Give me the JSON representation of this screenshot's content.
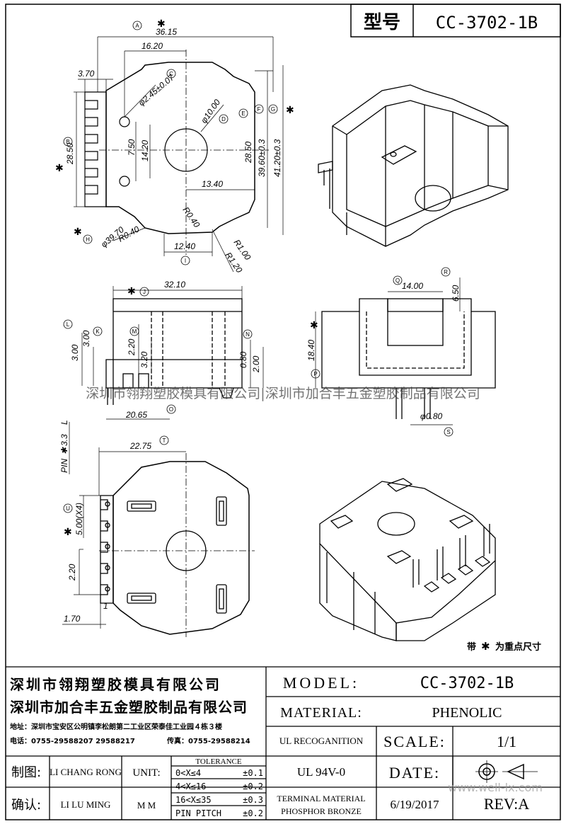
{
  "header": {
    "model_label": "型号",
    "model_value": "CC-3702-1B"
  },
  "dims": {
    "A": "36.15",
    "B": "16.20",
    "C": "3.70",
    "D": "φ2.45±0.07",
    "E": "φ10.00",
    "F": "28.50",
    "G": "7.50",
    "H": "14.20",
    "I": "13.40",
    "J": "28.50",
    "K": "39.60±0.3",
    "L": "41.20±0.3",
    "M": "R0.40",
    "N": "R0.40",
    "O": "φ39.70",
    "P": "12.40",
    "Q": "R1.00",
    "R": "R1.20",
    "side_width": "32.10",
    "s1": "3.00",
    "s2": "3.00",
    "s3": "2.20",
    "s4": "3.20",
    "s5": "0.80",
    "s6": "2.00",
    "s7": "20.65",
    "pin": "PIN",
    "pin_len": "3.3",
    "pin_l": "L",
    "front_w": "14.00",
    "front_h": "6.50",
    "front_total": "18.40",
    "front_pin": "φ0.80",
    "bot_w": "22.75",
    "bot_pitch": "5.00(X4)",
    "bot_gap": "2.20",
    "bot_edge": "1.70",
    "bot_pin1": "1"
  },
  "bubbles": [
    "A",
    "B",
    "C",
    "D",
    "E",
    "F",
    "G",
    "H",
    "I",
    "J",
    "K",
    "L",
    "M",
    "N",
    "O",
    "P",
    "Q",
    "R",
    "S",
    "T",
    "U"
  ],
  "note": {
    "prefix": "带",
    "star": "✱",
    "suffix": "为重点尺寸"
  },
  "watermark": {
    "text": "深圳市翎翔塑胶模具有限公司|深圳市加合丰五金塑胶制品有限公司",
    "site": "www.well-lx.com"
  },
  "title_block": {
    "company1": "深圳市翎翔塑胶模具有限公司",
    "company2": "深圳市加合丰五金塑胶制品有限公司",
    "address": "地址：深圳市宝安区公明镇李松朗第二工业区荣泰佳工业园４栋３楼",
    "phone": "电话：0755-29588207 29588217",
    "fax": "传真：0755-29588214",
    "drawn_label": "制图:",
    "drawn_name": "LI CHANG RONG",
    "checked_label": "确认:",
    "checked_name": "LI LU MING",
    "unit_label": "UNIT:",
    "unit_value": "M M",
    "tolerance_title": "TOLERANCE",
    "tol": [
      {
        "range": "0<X≤4",
        "value": "±0.1"
      },
      {
        "range": "4<X≤16",
        "value": "±0.2"
      },
      {
        "range": "16<X≤35",
        "value": "±0.3"
      },
      {
        "range": "PIN PITCH",
        "value": "±0.2"
      }
    ],
    "model_label": "MODEL:",
    "model_value": "CC-3702-1B",
    "material_label": "MATERIAL:",
    "material_value": "PHENOLIC",
    "ul_label": "UL RECOGANITION",
    "ul_value": "UL 94V-0",
    "terminal_label1": "TERMINAL MATERIAL",
    "terminal_label2": "PHOSPHOR  BRONZE",
    "scale_label": "SCALE:",
    "scale_value": "1/1",
    "date_label": "DATE:",
    "date_value": "6/19/2017",
    "rev_label": "REV:A"
  }
}
